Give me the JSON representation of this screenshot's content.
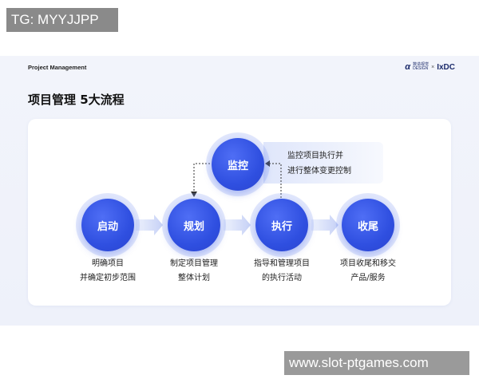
{
  "overlay": {
    "tg_label": "TG: MYYJJPP",
    "watermark": "www.slot-ptgames.com"
  },
  "header": {
    "left_label": "Project Management",
    "logo_mark": "α",
    "logo_text_top": "数造视觉",
    "logo_text_bottom": "DESIGN",
    "logo_sep": "×",
    "logo_ixdc": "IxDC"
  },
  "title": "项目管理 5大流程",
  "nodes": [
    {
      "label": "启动",
      "desc": [
        "明确项目",
        "并确定初步范围"
      ]
    },
    {
      "label": "规划",
      "desc": [
        "制定项目管理",
        "整体计划"
      ]
    },
    {
      "label": "执行",
      "desc": [
        "指导和管理项目",
        "的执行活动"
      ]
    },
    {
      "label": "收尾",
      "desc": [
        "项目收尾和移交",
        "产品/服务"
      ]
    }
  ],
  "monitor": {
    "label": "监控",
    "desc": [
      "监控项目执行并",
      "进行整体变更控制"
    ]
  },
  "colors": {
    "primary": "#2f4fe0",
    "arrow": "#c9d3f6",
    "background": "#eef1fa"
  }
}
